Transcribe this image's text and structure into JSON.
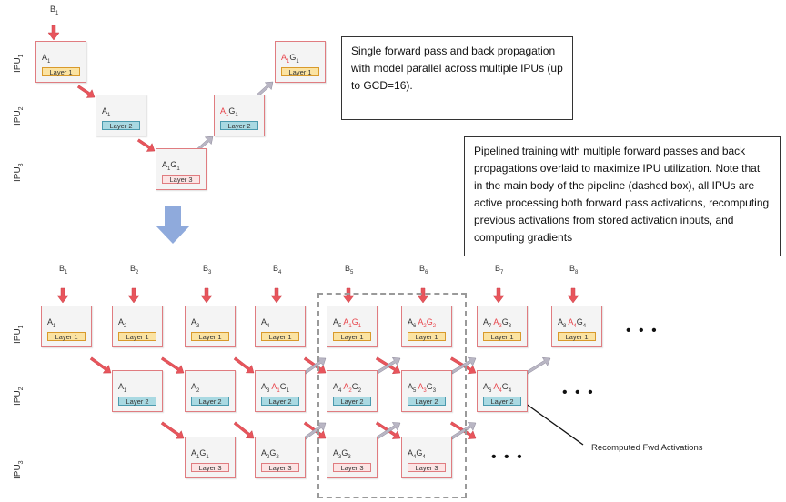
{
  "top": {
    "batch_label": {
      "main": "B",
      "sub": "1"
    },
    "ipu_labels": [
      {
        "main": "IPU",
        "sub": "1"
      },
      {
        "main": "IPU",
        "sub": "2"
      },
      {
        "main": "IPU",
        "sub": "3"
      }
    ],
    "nodes": [
      {
        "parts": [
          {
            "t": "A",
            "red": false
          },
          {
            "t": "1",
            "sub": true,
            "red": false
          }
        ],
        "layer": "Layer 1",
        "lc": "l1"
      },
      {
        "parts": [
          {
            "t": "A",
            "red": false
          },
          {
            "t": "1",
            "sub": true,
            "red": false
          }
        ],
        "layer": "Layer 2",
        "lc": "l2"
      },
      {
        "parts": [
          {
            "t": "A",
            "red": false
          },
          {
            "t": "1",
            "sub": true,
            "red": false
          },
          {
            "t": "G",
            "red": false
          },
          {
            "t": "1",
            "sub": true,
            "red": false
          }
        ],
        "layer": "Layer 3",
        "lc": "l3"
      },
      {
        "parts": [
          {
            "t": "A",
            "red": true
          },
          {
            "t": "1",
            "sub": true,
            "red": true
          },
          {
            "t": "G",
            "red": false
          },
          {
            "t": "1",
            "sub": true,
            "red": false
          }
        ],
        "layer": "Layer 2",
        "lc": "l2"
      },
      {
        "parts": [
          {
            "t": "A",
            "red": true
          },
          {
            "t": "1",
            "sub": true,
            "red": true
          },
          {
            "t": "G",
            "red": false
          },
          {
            "t": "1",
            "sub": true,
            "red": false
          }
        ],
        "layer": "Layer 1",
        "lc": "l1"
      }
    ],
    "description": "Single forward pass and back propagation with model parallel across multiple IPUs (up to GCD=16)."
  },
  "bottom": {
    "description": "Pipelined training with multiple forward passes and back propagations overlaid to maximize IPU utilization. Note that in the main body of the pipeline (dashed box), all IPUs are active processing both forward pass activations, recomputing previous activations from stored activation inputs, and computing gradients",
    "ipu_labels": [
      {
        "main": "IPU",
        "sub": "1"
      },
      {
        "main": "IPU",
        "sub": "2"
      },
      {
        "main": "IPU",
        "sub": "3"
      }
    ],
    "batch_labels": [
      {
        "main": "B",
        "sub": "1"
      },
      {
        "main": "B",
        "sub": "2"
      },
      {
        "main": "B",
        "sub": "3"
      },
      {
        "main": "B",
        "sub": "4"
      },
      {
        "main": "B",
        "sub": "5"
      },
      {
        "main": "B",
        "sub": "6"
      },
      {
        "main": "B",
        "sub": "7"
      },
      {
        "main": "B",
        "sub": "8"
      }
    ],
    "row1": [
      {
        "parts": [
          {
            "t": "A"
          },
          {
            "t": "1",
            "sub": true
          }
        ],
        "layer": "Layer 1"
      },
      {
        "parts": [
          {
            "t": "A"
          },
          {
            "t": "2",
            "sub": true
          }
        ],
        "layer": "Layer 1"
      },
      {
        "parts": [
          {
            "t": "A"
          },
          {
            "t": "3",
            "sub": true
          }
        ],
        "layer": "Layer 1"
      },
      {
        "parts": [
          {
            "t": "A"
          },
          {
            "t": "4",
            "sub": true
          }
        ],
        "layer": "Layer 1"
      },
      {
        "parts": [
          {
            "t": "A"
          },
          {
            "t": "5",
            "sub": true
          },
          {
            "t": "  "
          },
          {
            "t": "A",
            "red": true
          },
          {
            "t": "1",
            "sub": true,
            "red": true
          },
          {
            "t": "G",
            "red": true
          },
          {
            "t": "1",
            "sub": true,
            "red": true
          }
        ],
        "layer": "Layer 1"
      },
      {
        "parts": [
          {
            "t": "A"
          },
          {
            "t": "6",
            "sub": true
          },
          {
            "t": "  "
          },
          {
            "t": "A",
            "red": true
          },
          {
            "t": "2",
            "sub": true,
            "red": true
          },
          {
            "t": "G",
            "red": true
          },
          {
            "t": "2",
            "sub": true,
            "red": true
          }
        ],
        "layer": "Layer 1"
      },
      {
        "parts": [
          {
            "t": "A"
          },
          {
            "t": "7",
            "sub": true
          },
          {
            "t": "  "
          },
          {
            "t": "A",
            "red": true
          },
          {
            "t": "3",
            "sub": true,
            "red": true
          },
          {
            "t": "G"
          },
          {
            "t": "3",
            "sub": true
          }
        ],
        "layer": "Layer 1"
      },
      {
        "parts": [
          {
            "t": "A"
          },
          {
            "t": "8",
            "sub": true
          },
          {
            "t": "  "
          },
          {
            "t": "A",
            "red": true
          },
          {
            "t": "4",
            "sub": true,
            "red": true
          },
          {
            "t": "G"
          },
          {
            "t": "4",
            "sub": true
          }
        ],
        "layer": "Layer 1"
      }
    ],
    "row2": [
      {
        "parts": [
          {
            "t": "A"
          },
          {
            "t": "1",
            "sub": true
          }
        ],
        "layer": "Layer 2"
      },
      {
        "parts": [
          {
            "t": "A"
          },
          {
            "t": "2",
            "sub": true
          }
        ],
        "layer": "Layer 2"
      },
      {
        "parts": [
          {
            "t": "A"
          },
          {
            "t": "3",
            "sub": true
          },
          {
            "t": "  "
          },
          {
            "t": "A",
            "red": true
          },
          {
            "t": "1",
            "sub": true,
            "red": true
          },
          {
            "t": "G"
          },
          {
            "t": "1",
            "sub": true
          }
        ],
        "layer": "Layer 2"
      },
      {
        "parts": [
          {
            "t": "A"
          },
          {
            "t": "4",
            "sub": true
          },
          {
            "t": "  "
          },
          {
            "t": "A",
            "red": true
          },
          {
            "t": "2",
            "sub": true,
            "red": true
          },
          {
            "t": "G"
          },
          {
            "t": "2",
            "sub": true
          }
        ],
        "layer": "Layer 2"
      },
      {
        "parts": [
          {
            "t": "A"
          },
          {
            "t": "5",
            "sub": true
          },
          {
            "t": "  "
          },
          {
            "t": "A",
            "red": true
          },
          {
            "t": "3",
            "sub": true,
            "red": true
          },
          {
            "t": "G"
          },
          {
            "t": "3",
            "sub": true
          }
        ],
        "layer": "Layer 2"
      },
      {
        "parts": [
          {
            "t": "A"
          },
          {
            "t": "6",
            "sub": true
          },
          {
            "t": "  "
          },
          {
            "t": "A",
            "red": true
          },
          {
            "t": "4",
            "sub": true,
            "red": true
          },
          {
            "t": "G"
          },
          {
            "t": "4",
            "sub": true
          }
        ],
        "layer": "Layer 2"
      }
    ],
    "row3": [
      {
        "parts": [
          {
            "t": "A"
          },
          {
            "t": "1",
            "sub": true
          },
          {
            "t": "G"
          },
          {
            "t": "1",
            "sub": true
          }
        ],
        "layer": "Layer 3"
      },
      {
        "parts": [
          {
            "t": "A"
          },
          {
            "t": "2",
            "sub": true
          },
          {
            "t": "G"
          },
          {
            "t": "2",
            "sub": true
          }
        ],
        "layer": "Layer 3"
      },
      {
        "parts": [
          {
            "t": "A"
          },
          {
            "t": "3",
            "sub": true
          },
          {
            "t": "G"
          },
          {
            "t": "3",
            "sub": true
          }
        ],
        "layer": "Layer 3"
      },
      {
        "parts": [
          {
            "t": "A"
          },
          {
            "t": "4",
            "sub": true
          },
          {
            "t": "G"
          },
          {
            "t": "4",
            "sub": true
          }
        ],
        "layer": "Layer 3"
      }
    ],
    "ellipsis": "• • •",
    "annotation": "Recomputed Fwd Activations"
  },
  "colors": {
    "forward_arrow": "#e8555c",
    "backward_arrow": "#b9b6c4",
    "node_border": "#e07c80",
    "big_arrow": "#8faadc"
  }
}
